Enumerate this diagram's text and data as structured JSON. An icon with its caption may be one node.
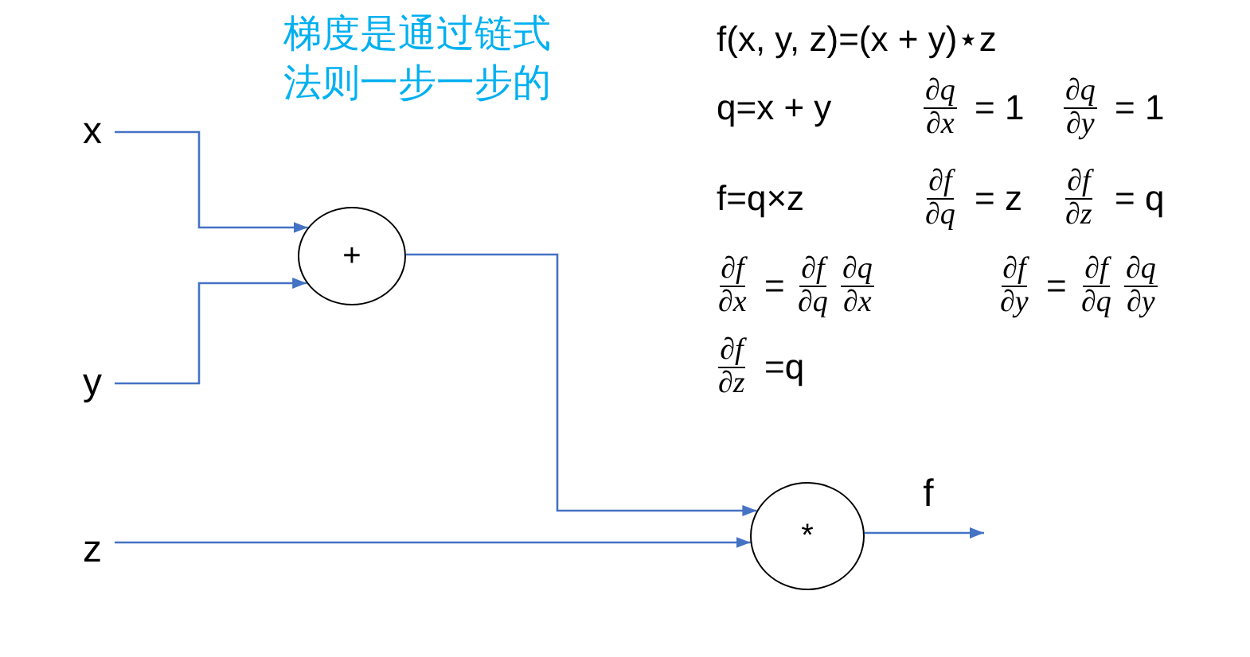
{
  "diagram": {
    "title": "梯度是通过链式法则一步一步的",
    "nodes": [
      {
        "text": [
          "x"
        ]
      },
      {
        "text": [
          "y"
        ]
      },
      {
        "text": [
          "z"
        ]
      },
      {
        "text": [
          "+"
        ]
      },
      {
        "text": [
          "*"
        ]
      }
    ],
    "edges": [
      {
        "from": 0,
        "to": 3,
        "arrow": "to"
      },
      {
        "from": 1,
        "to": 3,
        "arrow": "to"
      },
      {
        "from": 3,
        "to": 4,
        "arrow": "to"
      },
      {
        "from": 2,
        "to": 4,
        "arrow": "to"
      },
      {
        "from": 4,
        "to": null,
        "arrow": "to",
        "label": "f"
      }
    ],
    "labels": [
      "f(x, y, z)=(x + y)⋆z",
      "q=x + y",
      "∂q",
      "∂x",
      "= 1",
      "∂q",
      "∂y",
      "= 1",
      "f=q×z",
      "∂f",
      "∂q",
      "= z",
      "∂f",
      "∂z",
      "= q",
      "∂f",
      "∂x",
      "=",
      "∂f",
      "∂q",
      "∂q",
      "∂x",
      "∂f",
      "∂y",
      "=",
      "∂f",
      "∂q",
      "∂q",
      "∂y",
      "∂f",
      "∂z",
      "=q"
    ]
  }
}
